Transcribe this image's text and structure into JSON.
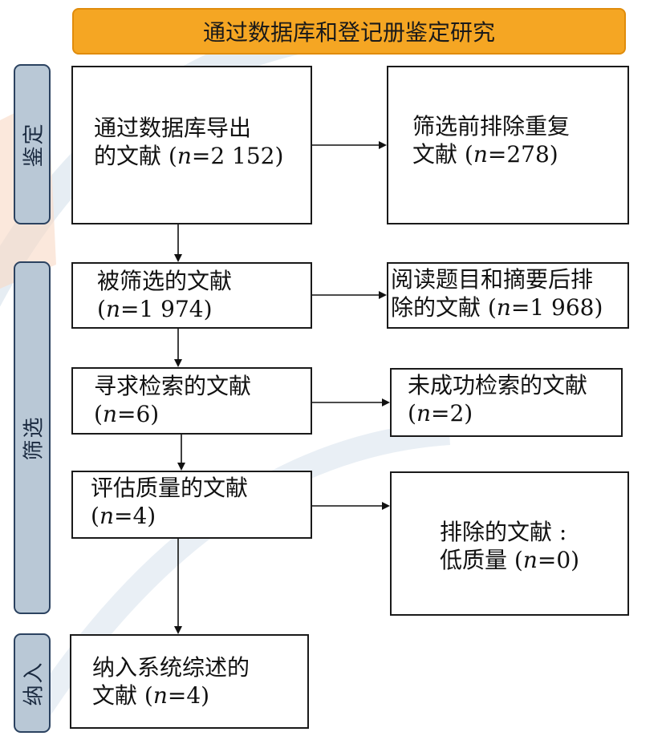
{
  "header": {
    "title": "通过数据库和登记册鉴定研究"
  },
  "stages": {
    "identification": "鉴定",
    "screening": "筛选",
    "included": "纳入"
  },
  "boxes": {
    "exported": {
      "line1": "通过数据库导出",
      "line2_pre": "的文献 (",
      "n_label": "n",
      "line2_post": "=2 152)"
    },
    "duplicates": {
      "line1": "筛选前排除重复",
      "line2_pre": "文献 (",
      "n_label": "n",
      "line2_post": "=278)"
    },
    "screened": {
      "line1": "被筛选的文献",
      "line2_pre": "(",
      "n_label": "n",
      "line2_post": "=1 974)"
    },
    "excluded_abstract": {
      "line1": "阅读题目和摘要后排",
      "line2_pre": "除的文献 (",
      "n_label": "n",
      "line2_post": "=1 968)"
    },
    "sought": {
      "line1": "寻求检索的文献",
      "line2_pre": "(",
      "n_label": "n",
      "line2_post": "=6)"
    },
    "not_retrieved": {
      "line1": "未成功检索的文献",
      "line2_pre": "(",
      "n_label": "n",
      "line2_post": "=2)"
    },
    "assessed": {
      "line1": "评估质量的文献",
      "line2_pre": "(",
      "n_label": "n",
      "line2_post": "=4)"
    },
    "excluded_quality": {
      "line1": "排除的文献 :",
      "line2_pre": "低质量 (",
      "n_label": "n",
      "line2_post": "=0)"
    },
    "included": {
      "line1": "纳入系统综述的",
      "line2_pre": "文献 (",
      "n_label": "n",
      "line2_post": "=4)"
    }
  }
}
